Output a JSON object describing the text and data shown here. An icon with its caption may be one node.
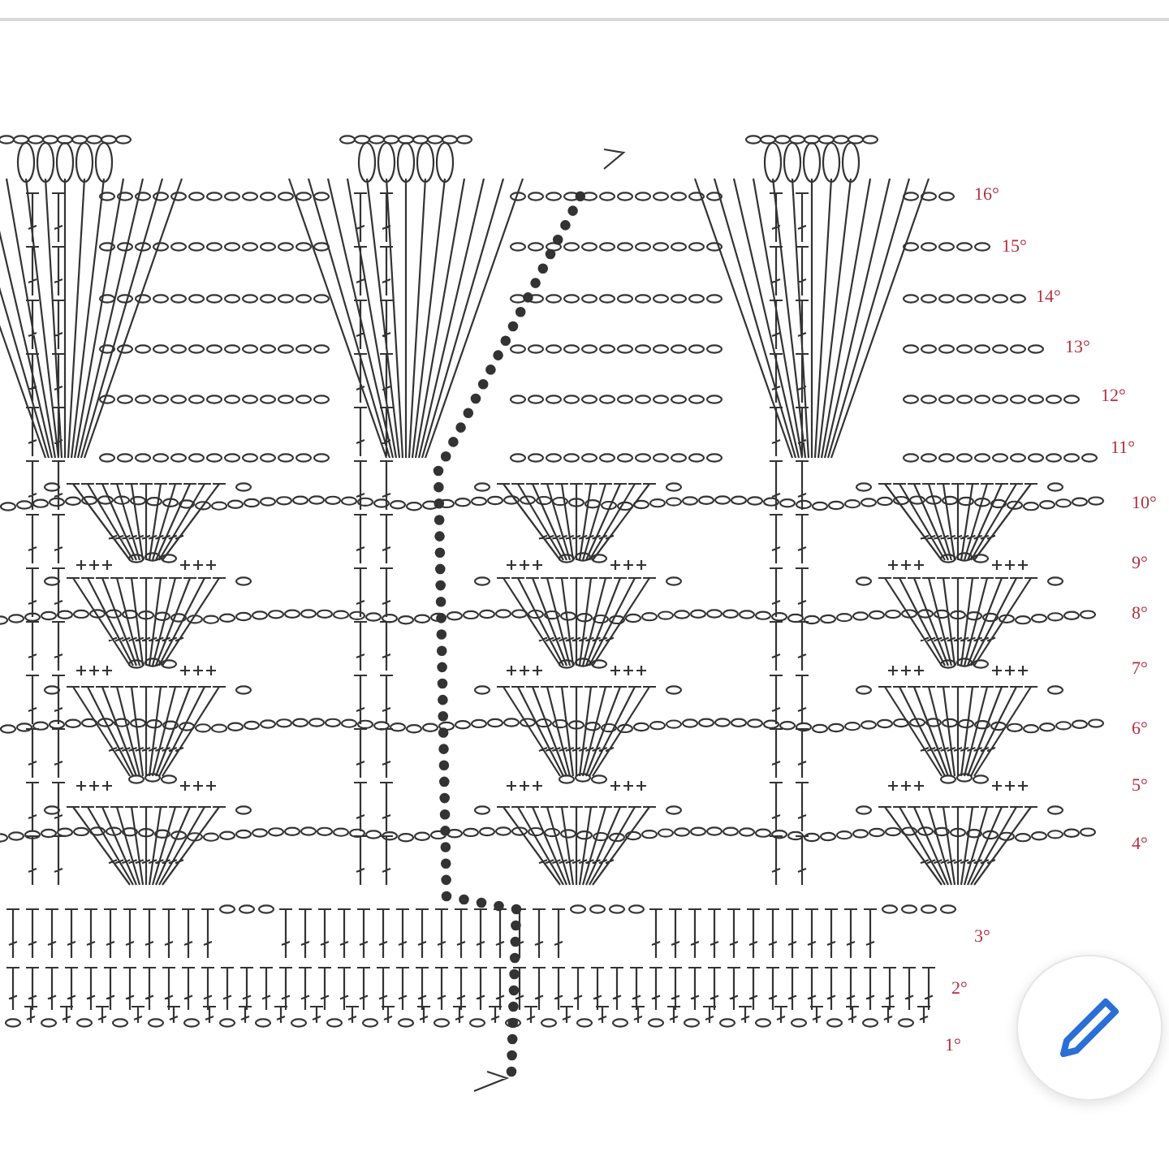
{
  "diagram": {
    "labels": [
      "16°",
      "15°",
      "14°",
      "13°",
      "12°",
      "11°",
      "10°",
      "9°",
      "8°",
      "7°",
      "6°",
      "5°",
      "4°",
      "3°",
      "2°",
      "1°"
    ]
  }
}
